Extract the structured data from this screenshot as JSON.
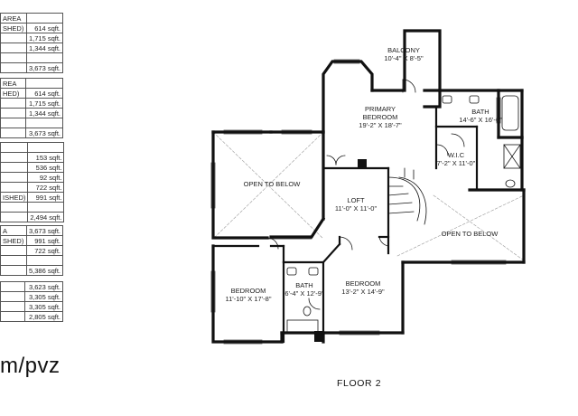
{
  "site_text": "m/pvz",
  "floor_label": "FLOOR 2",
  "tables": [
    {
      "rows": [
        [
          "AREA",
          ""
        ],
        [
          "SHED)",
          "614 sqft."
        ],
        [
          "",
          "1,715 sqft."
        ],
        [
          "",
          "1,344 sqft."
        ],
        [
          "",
          ""
        ],
        [
          "",
          "3,673 sqft."
        ]
      ]
    },
    {
      "rows": [
        [
          "REA",
          ""
        ],
        [
          "HED)",
          "614 sqft."
        ],
        [
          "",
          "1,715 sqft."
        ],
        [
          "",
          "1,344 sqft."
        ],
        [
          "",
          ""
        ],
        [
          "",
          "3,673 sqft."
        ]
      ]
    },
    {
      "rows": [
        [
          "",
          ""
        ],
        [
          "",
          "153 sqft."
        ],
        [
          "",
          "536 sqft."
        ],
        [
          "",
          "92 sqft."
        ],
        [
          "",
          "722 sqft."
        ],
        [
          "ISHED)",
          "991 sqft."
        ],
        [
          "",
          ""
        ],
        [
          "",
          "2,494 sqft."
        ]
      ]
    },
    {
      "rows": [
        [
          "A",
          "3,673 sqft."
        ],
        [
          "SHED)",
          "991 sqft."
        ],
        [
          "",
          "722 sqft."
        ],
        [
          "",
          ""
        ],
        [
          "",
          "5,386 sqft."
        ]
      ]
    },
    {
      "rows": [
        [
          "",
          "3,623 sqft."
        ],
        [
          "",
          "3,305 sqft."
        ],
        [
          "",
          "3,305 sqft."
        ],
        [
          "",
          "2,805 sqft."
        ]
      ]
    }
  ],
  "rooms": [
    {
      "name": "BALCONY",
      "dims": "10'-4\" X 8'-5\""
    },
    {
      "name": "PRIMARY BEDROOM",
      "name_lines": [
        "PRIMARY",
        "BEDROOM"
      ],
      "dims": "19'-2\" X 18'-7\""
    },
    {
      "name": "BATH",
      "dims": "14'-6\" X 16'-6\""
    },
    {
      "name": "W.I.C",
      "dims": "7'-2\" X 11'-0\""
    },
    {
      "name": "OPEN TO BELOW",
      "dims": ""
    },
    {
      "name": "LOFT",
      "dims": "11'-0\" X 11'-0\""
    },
    {
      "name": "OPEN TO BELOW",
      "dims": ""
    },
    {
      "name": "BEDROOM",
      "dims": "11'-10\" X 17'-8\""
    },
    {
      "name": "BATH",
      "dims": "6'-4\" X 12'-9\""
    },
    {
      "name": "BEDROOM",
      "dims": "13'-2\" X 14'-9\""
    }
  ]
}
